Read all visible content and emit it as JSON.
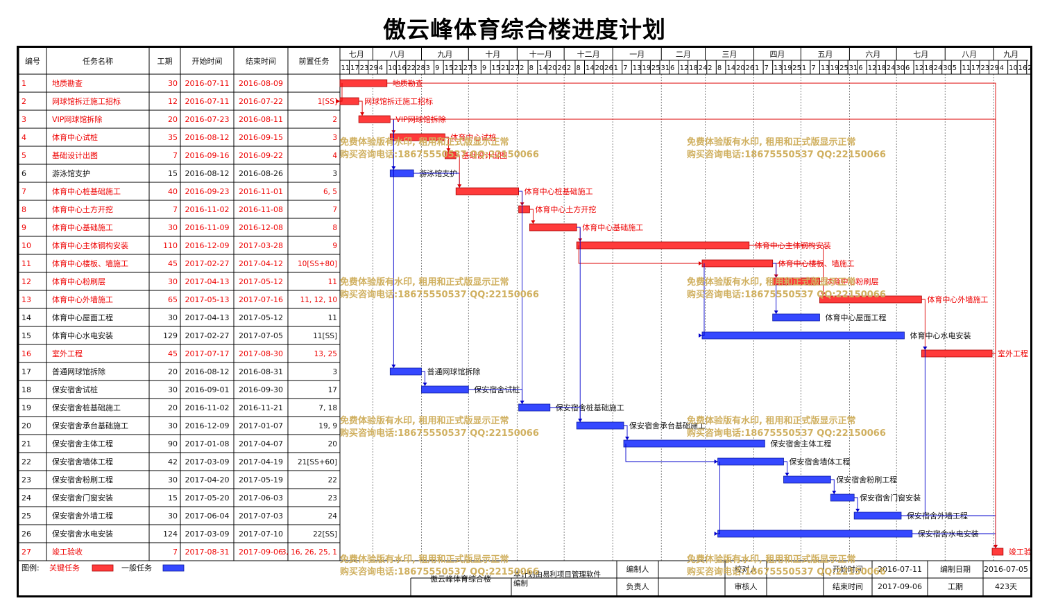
{
  "title": "傲云峰体育综合楼进度计划",
  "headers": {
    "id": "编号",
    "name": "任务名称",
    "dur": "工期",
    "start": "开始时间",
    "end": "结束时间",
    "pred": "前置任务"
  },
  "months": [
    "七月",
    "八月",
    "九月",
    "十月",
    "十一月",
    "十二月",
    "一月",
    "二月",
    "三月",
    "四月",
    "五月",
    "六月",
    "七月",
    "八月",
    "九月"
  ],
  "day_ticks": [
    "11",
    "17",
    "23",
    "29",
    "4",
    "10",
    "16",
    "22",
    "28",
    "3",
    "9",
    "15",
    "21",
    "27",
    "3",
    "9",
    "15",
    "21",
    "27",
    "2",
    "8",
    "14",
    "20",
    "26",
    "2",
    "8",
    "14",
    "20",
    "26",
    "1",
    "7",
    "13",
    "19",
    "25",
    "31",
    "6",
    "12",
    "18",
    "24",
    "2",
    "8",
    "14",
    "20",
    "26",
    "1",
    "7",
    "13",
    "19",
    "25",
    "1",
    "7",
    "13",
    "19",
    "25",
    "31",
    "6",
    "12",
    "18",
    "24",
    "30",
    "6",
    "12",
    "18",
    "24",
    "30",
    "5",
    "11",
    "17",
    "23",
    "29",
    "4",
    "10",
    "16",
    "22"
  ],
  "timeline": {
    "start": "2016-07-11",
    "days": 439
  },
  "colors": {
    "critical": "#ff3b3b",
    "critical_text": "#ee0000",
    "normal": "#3548ff",
    "normal_text": "#111111",
    "link_critical": "#dd0000",
    "link_normal": "#0000cc",
    "watermark": "#d0b060"
  },
  "tasks": [
    {
      "id": "1",
      "name": "地质勘查",
      "dur": "30",
      "start": "2016-07-11",
      "end": "2016-08-09",
      "pred": "",
      "critical": true
    },
    {
      "id": "2",
      "name": "网球馆拆迁施工招标",
      "dur": "12",
      "start": "2016-07-11",
      "end": "2016-07-22",
      "pred": "1[SS]",
      "critical": true
    },
    {
      "id": "3",
      "name": "VIP网球馆拆除",
      "dur": "20",
      "start": "2016-07-23",
      "end": "2016-08-11",
      "pred": "2",
      "critical": true
    },
    {
      "id": "4",
      "name": "体育中心试桩",
      "dur": "35",
      "start": "2016-08-12",
      "end": "2016-09-15",
      "pred": "3",
      "critical": true
    },
    {
      "id": "5",
      "name": "基础设计出图",
      "dur": "7",
      "start": "2016-09-16",
      "end": "2016-09-22",
      "pred": "4",
      "critical": true
    },
    {
      "id": "6",
      "name": "游泳馆支护",
      "dur": "15",
      "start": "2016-08-12",
      "end": "2016-08-26",
      "pred": "3",
      "critical": false
    },
    {
      "id": "7",
      "name": "体育中心桩基础施工",
      "dur": "40",
      "start": "2016-09-23",
      "end": "2016-11-01",
      "pred": "6, 5",
      "critical": true
    },
    {
      "id": "8",
      "name": "体育中心土方开挖",
      "dur": "7",
      "start": "2016-11-02",
      "end": "2016-11-08",
      "pred": "7",
      "critical": true
    },
    {
      "id": "9",
      "name": "体育中心基础施工",
      "dur": "30",
      "start": "2016-11-09",
      "end": "2016-12-08",
      "pred": "8",
      "critical": true
    },
    {
      "id": "10",
      "name": "体育中心主体钢构安装",
      "dur": "110",
      "start": "2016-12-09",
      "end": "2017-03-28",
      "pred": "9",
      "critical": true
    },
    {
      "id": "11",
      "name": "体育中心楼板、墙施工",
      "dur": "45",
      "start": "2017-02-27",
      "end": "2017-04-12",
      "pred": "10[SS+80]",
      "critical": true
    },
    {
      "id": "12",
      "name": "体育中心粉刷层",
      "dur": "30",
      "start": "2017-04-13",
      "end": "2017-05-12",
      "pred": "11",
      "critical": true
    },
    {
      "id": "13",
      "name": "体育中心外墙施工",
      "dur": "65",
      "start": "2017-05-13",
      "end": "2017-07-16",
      "pred": "11, 12, 10",
      "critical": true
    },
    {
      "id": "14",
      "name": "体育中心屋面工程",
      "dur": "30",
      "start": "2017-04-13",
      "end": "2017-05-12",
      "pred": "11",
      "critical": false
    },
    {
      "id": "15",
      "name": "体育中心水电安装",
      "dur": "129",
      "start": "2017-02-27",
      "end": "2017-07-05",
      "pred": "11[SS]",
      "critical": false
    },
    {
      "id": "16",
      "name": "室外工程",
      "dur": "45",
      "start": "2017-07-17",
      "end": "2017-08-30",
      "pred": "13, 25",
      "critical": true
    },
    {
      "id": "17",
      "name": "普通网球馆拆除",
      "dur": "20",
      "start": "2016-08-12",
      "end": "2016-08-31",
      "pred": "3",
      "critical": false
    },
    {
      "id": "18",
      "name": "保安宿舍试桩",
      "dur": "30",
      "start": "2016-09-01",
      "end": "2016-09-30",
      "pred": "17",
      "critical": false
    },
    {
      "id": "19",
      "name": "保安宿舍桩基础施工",
      "dur": "20",
      "start": "2016-11-02",
      "end": "2016-11-21",
      "pred": "7, 18",
      "critical": false
    },
    {
      "id": "20",
      "name": "保安宿舍承台基础施工",
      "dur": "30",
      "start": "2016-12-09",
      "end": "2017-01-07",
      "pred": "19, 9",
      "critical": false
    },
    {
      "id": "21",
      "name": "保安宿舍主体工程",
      "dur": "90",
      "start": "2017-01-08",
      "end": "2017-04-07",
      "pred": "20",
      "critical": false
    },
    {
      "id": "22",
      "name": "保安宿舍墙体工程",
      "dur": "42",
      "start": "2017-03-09",
      "end": "2017-04-19",
      "pred": "21[SS+60]",
      "critical": false
    },
    {
      "id": "23",
      "name": "保安宿舍粉刷工程",
      "dur": "30",
      "start": "2017-04-20",
      "end": "2017-05-19",
      "pred": "22",
      "critical": false
    },
    {
      "id": "24",
      "name": "保安宿舍门窗安装",
      "dur": "15",
      "start": "2017-05-20",
      "end": "2017-06-03",
      "pred": "23",
      "critical": false
    },
    {
      "id": "25",
      "name": "保安宿舍外墙工程",
      "dur": "30",
      "start": "2017-06-04",
      "end": "2017-07-03",
      "pred": "24",
      "critical": false
    },
    {
      "id": "26",
      "name": "保安宿舍水电安装",
      "dur": "124",
      "start": "2017-03-09",
      "end": "2017-07-10",
      "pred": "22[SS]",
      "critical": false
    },
    {
      "id": "27",
      "name": "竣工验收",
      "dur": "7",
      "start": "2017-08-31",
      "end": "2017-09-06",
      "pred": "3, 16, 26, 25, 1",
      "critical": true
    }
  ],
  "legend": {
    "label": "图例:",
    "critical": "关键任务",
    "normal": "一般任务"
  },
  "footer": {
    "project": "傲云峰体育综合楼",
    "software_line1": "本计划由易利项目管理软件",
    "software_line2": "编制",
    "editor_label": "编制人",
    "editor": "",
    "checker_label": "校对人",
    "checker": "",
    "start_label": "开始时间",
    "start": "2016-07-11",
    "date_label": "编制日期",
    "date": "2016-07-05",
    "owner_label": "负责人",
    "owner": "",
    "reviewer_label": "审核人",
    "reviewer": "",
    "end_label": "结束时间",
    "end": "2017-09-06",
    "dur_label": "工期",
    "dur": "423天"
  },
  "watermark": {
    "line1": "免费体验版有水印, 租用和正式版显示正常",
    "line2": "购买咨询电话:18675550537 QQ:22150066"
  }
}
